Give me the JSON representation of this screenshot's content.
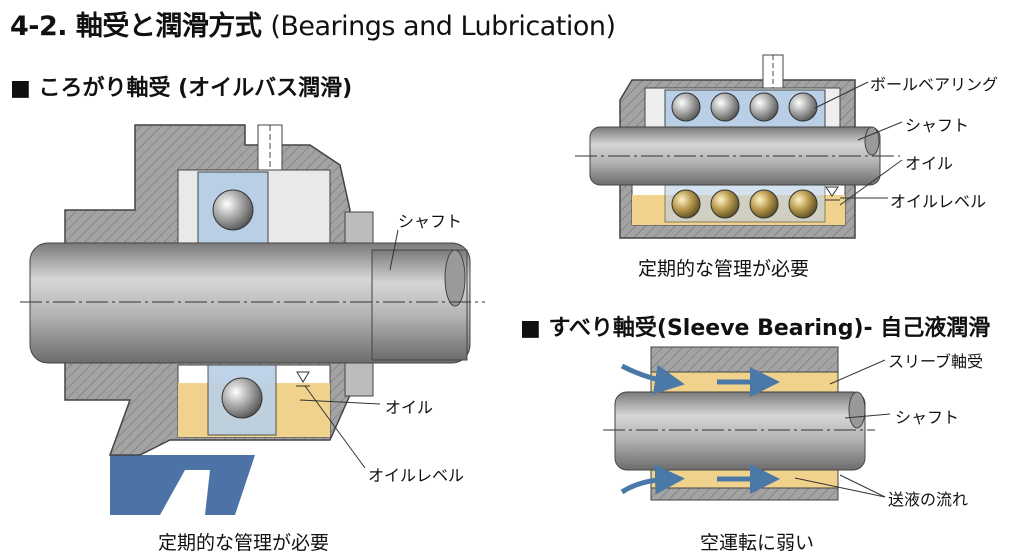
{
  "title": {
    "number_jp": "4-2. 軸受と潤滑方式",
    "english": "(Bearings and Lubrication)"
  },
  "rolling": {
    "heading": "■ ころがり軸受 (オイルバス潤滑)",
    "labels": {
      "shaft": "シャフト",
      "oil": "オイル",
      "oil_level": "オイルレベル"
    },
    "caption": "定期的な管理が必要"
  },
  "ball": {
    "labels": {
      "ball_bearing": "ボールベアリング",
      "shaft": "シャフト",
      "oil": "オイル",
      "oil_level": "オイルレベル"
    },
    "caption": "定期的な管理が必要"
  },
  "sleeve": {
    "heading": "■ すべり軸受(Sleeve Bearing)- 自己液潤滑",
    "labels": {
      "sleeve_bearing": "スリーブ軸受",
      "shaft": "シャフト",
      "flow": "送液の流れ"
    },
    "caption": "空運転に弱い"
  },
  "colors": {
    "housing": "#9a9a9a",
    "bearing": "#b9cfe6",
    "oil": "#f1d28c",
    "arrow": "#4a79a8",
    "foot": "#4d73a6"
  }
}
